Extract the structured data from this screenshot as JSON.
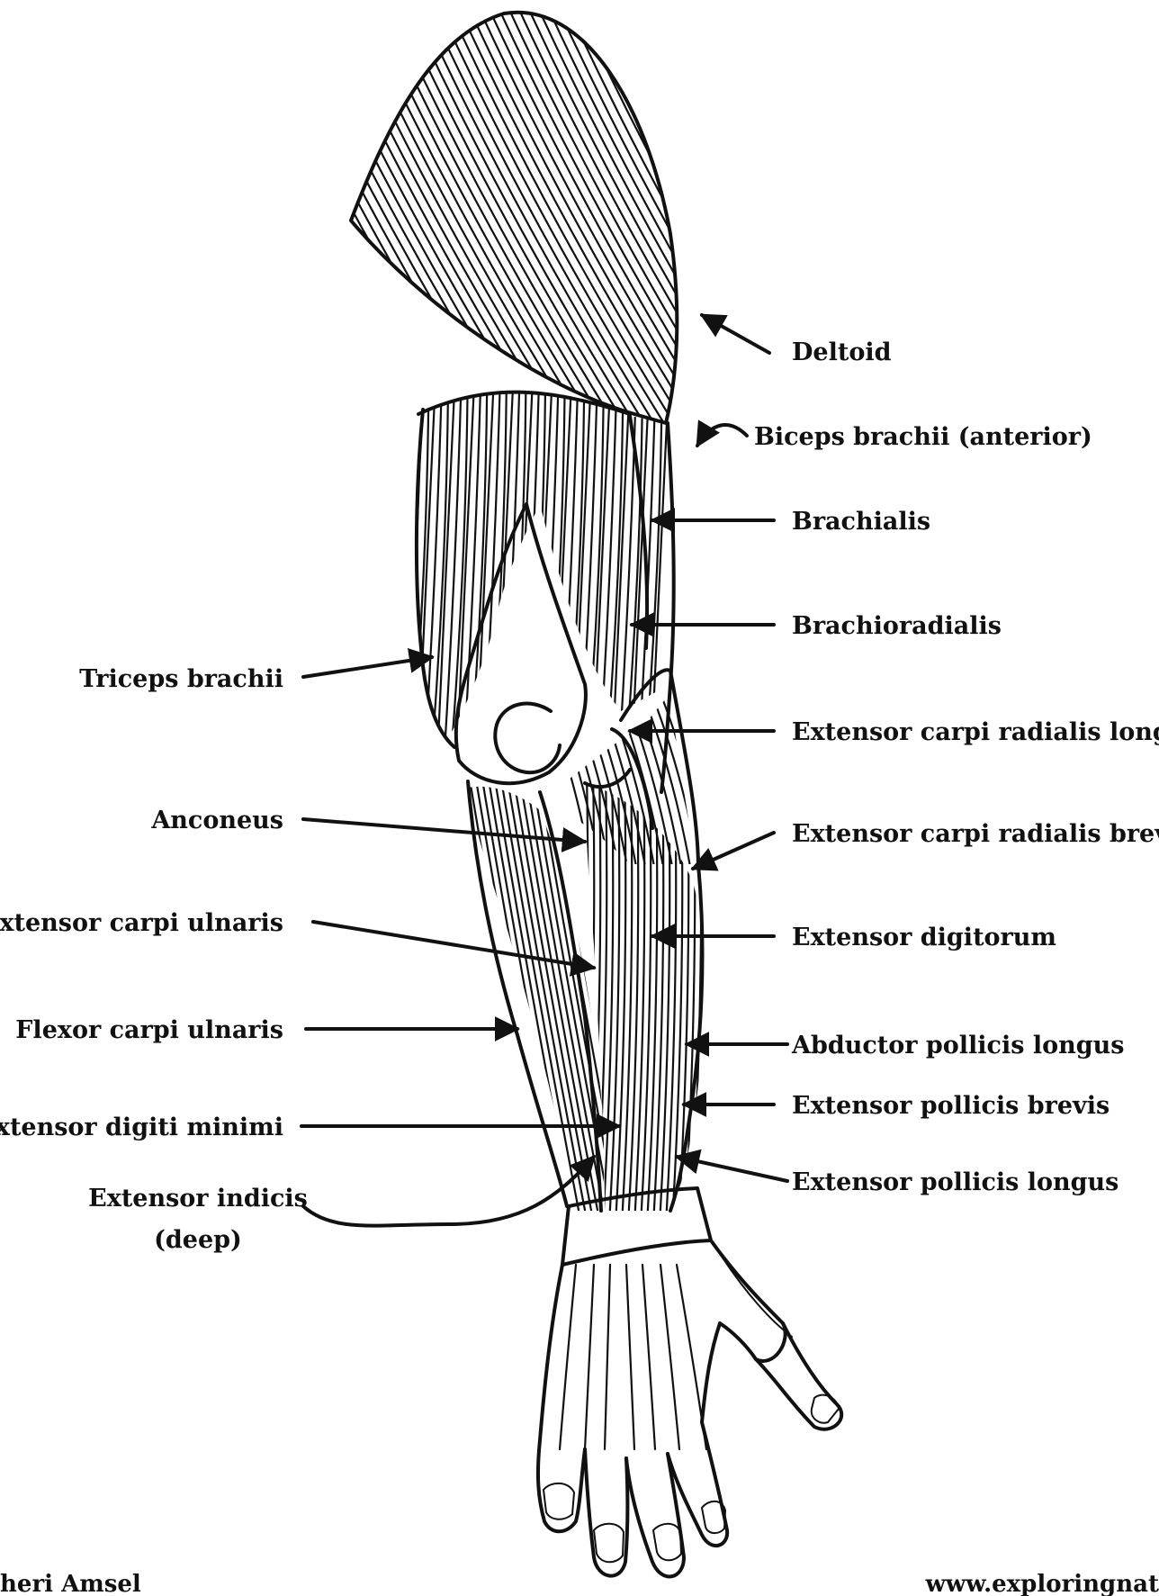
{
  "labels": {
    "deltoid": "Deltoid",
    "biceps_brachii": "Biceps brachii (anterior)",
    "brachialis": "Brachialis",
    "brachioradialis": "Brachioradialis",
    "triceps_brachii": "Triceps brachii",
    "ext_carpi_rad_longus": "Extensor carpi radialis longus",
    "anconeus": "Anconeus",
    "ext_carpi_rad_brevis": "Extensor carpi radialis brevis",
    "ext_carpi_ulnaris": "Extensor carpi ulnaris",
    "ext_digitorum": "Extensor digitorum",
    "flexor_carpi_ulnaris": "Flexor carpi ulnaris",
    "abductor_pollicis_longus": "Abductor pollicis longus",
    "ext_pollicis_brevis": "Extensor pollicis brevis",
    "ext_digiti_minimi": "Extensor digiti minimi",
    "ext_pollicis_longus": "Extensor pollicis longus",
    "ext_indicis_line1": "Extensor indicis",
    "ext_indicis_line2": "(deep)"
  },
  "credits": {
    "author": "heri Amsel",
    "website": "www.exploringnat"
  }
}
